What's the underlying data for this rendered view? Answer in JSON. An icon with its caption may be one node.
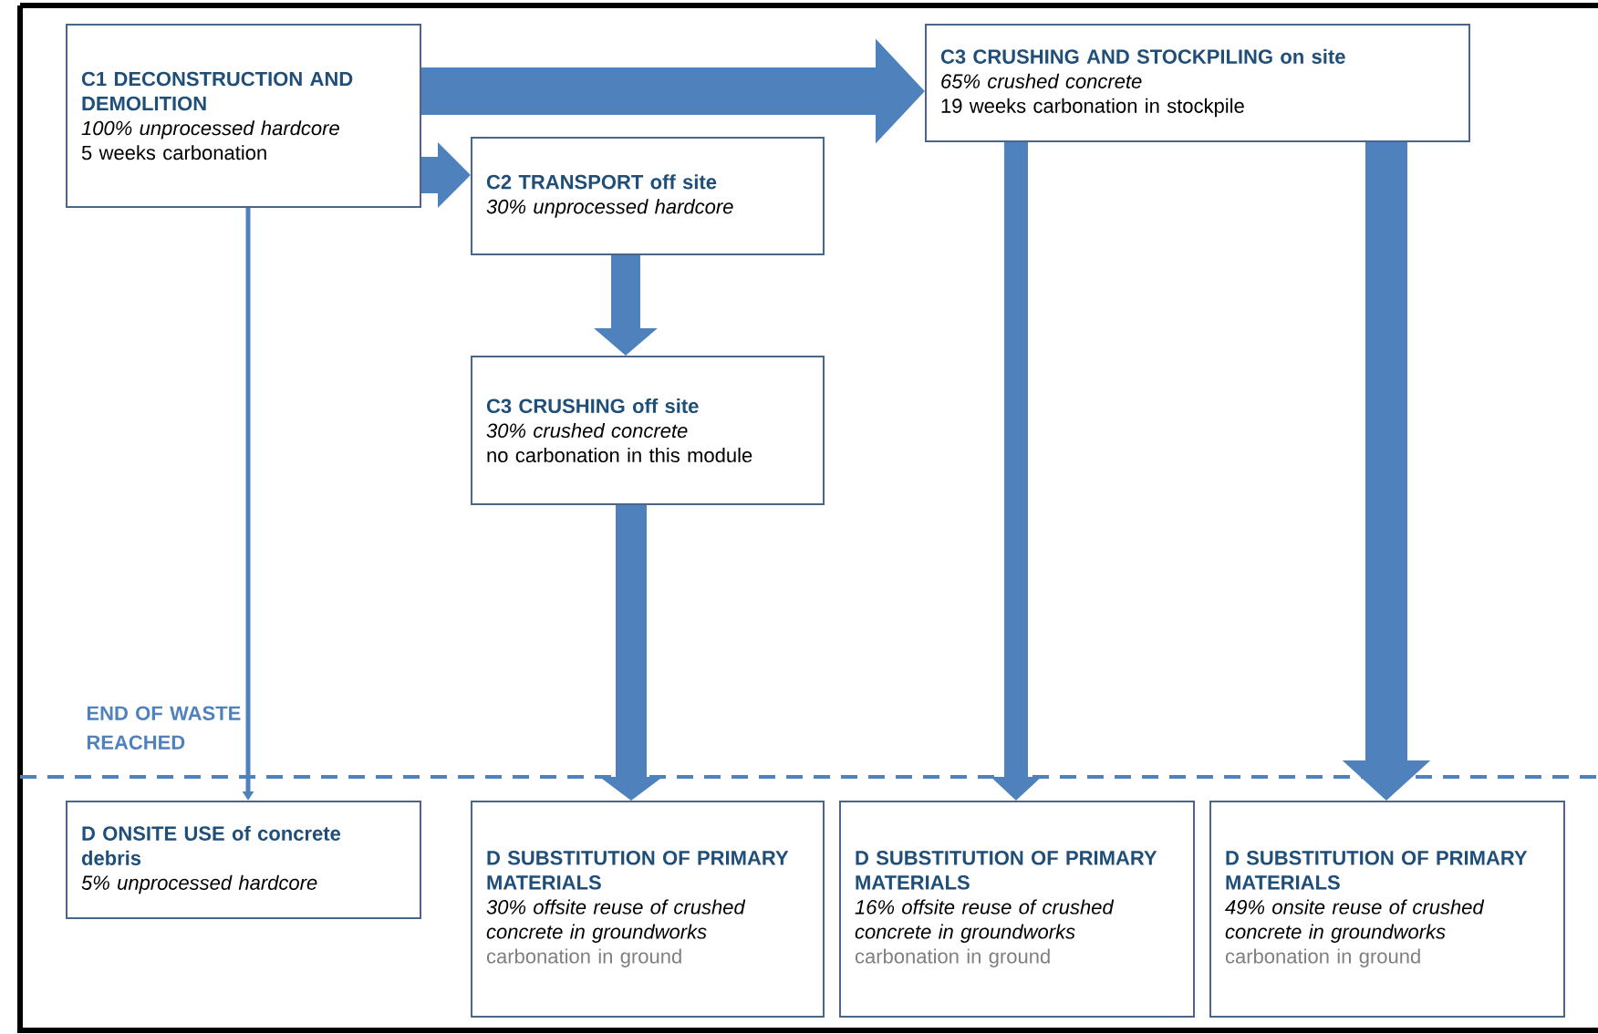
{
  "diagram": {
    "nodes": [
      {
        "text": [
          "C1 DECONSTRUCTION AND DEMOLITION",
          "100% unprocessed hardcore",
          "5 weeks carbonation"
        ]
      },
      {
        "text": [
          "C2 TRANSPORT off site",
          "30% unprocessed hardcore"
        ]
      },
      {
        "text": [
          "C3 CRUSHING off site",
          "30% crushed concrete",
          "no carbonation in this module"
        ]
      },
      {
        "text": [
          "C3 CRUSHING AND STOCKPILING on site",
          "65% crushed concrete",
          "19 weeks carbonation in stockpile"
        ]
      },
      {
        "text": [
          "D ONSITE USE of concrete debris",
          "5% unprocessed hardcore"
        ]
      },
      {
        "text": [
          "D SUBSTITUTION OF PRIMARY MATERIALS",
          "30% offsite reuse of crushed concrete in groundworks",
          "carbonation in ground"
        ]
      },
      {
        "text": [
          "D SUBSTITUTION OF PRIMARY MATERIALS",
          "16% offsite reuse of crushed concrete in groundworks",
          "carbonation in ground"
        ]
      },
      {
        "text": [
          "D SUBSTITUTION OF PRIMARY MATERIALS",
          "49% onsite reuse of crushed concrete in groundworks",
          "carbonation in ground"
        ]
      }
    ],
    "edges": [
      {
        "from": 0,
        "to": 3,
        "arrow": "to"
      },
      {
        "from": 0,
        "to": 1,
        "arrow": "to"
      },
      {
        "from": 1,
        "to": 2,
        "arrow": "to"
      },
      {
        "from": 0,
        "to": 4,
        "arrow": "to"
      },
      {
        "from": 2,
        "to": 5,
        "arrow": "to"
      },
      {
        "from": 3,
        "to": 6,
        "arrow": "to"
      },
      {
        "from": 3,
        "to": 7,
        "arrow": "to"
      }
    ],
    "labels": [
      "END OF WASTE REACHED"
    ]
  }
}
